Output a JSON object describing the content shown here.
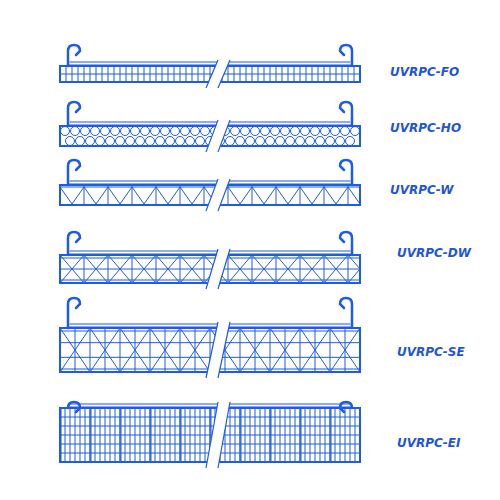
{
  "diagram": {
    "labels": [
      "UVRPC-FO",
      "UVRPC-HO",
      "UVRPC-W",
      "UVRPC-DW",
      "UVRPC-SE",
      "UVRPC-EI"
    ]
  }
}
